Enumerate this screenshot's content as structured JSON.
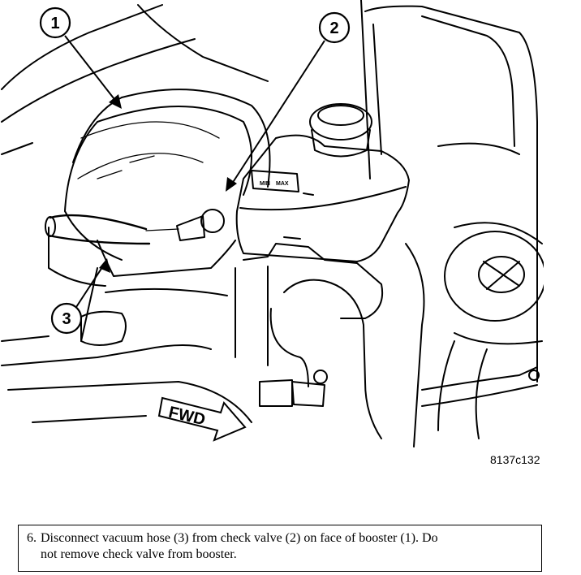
{
  "figure": {
    "callouts": [
      "1",
      "2",
      "3"
    ],
    "fwd_label": "FWD",
    "figure_code": "8137c132",
    "reservoir_markings": [
      "MIN",
      "MAX"
    ]
  },
  "caption": {
    "step_number": "6.",
    "line1": "Disconnect vacuum hose (3) from check valve (2) on face of booster (1). Do",
    "line2": "not remove check valve from booster."
  }
}
